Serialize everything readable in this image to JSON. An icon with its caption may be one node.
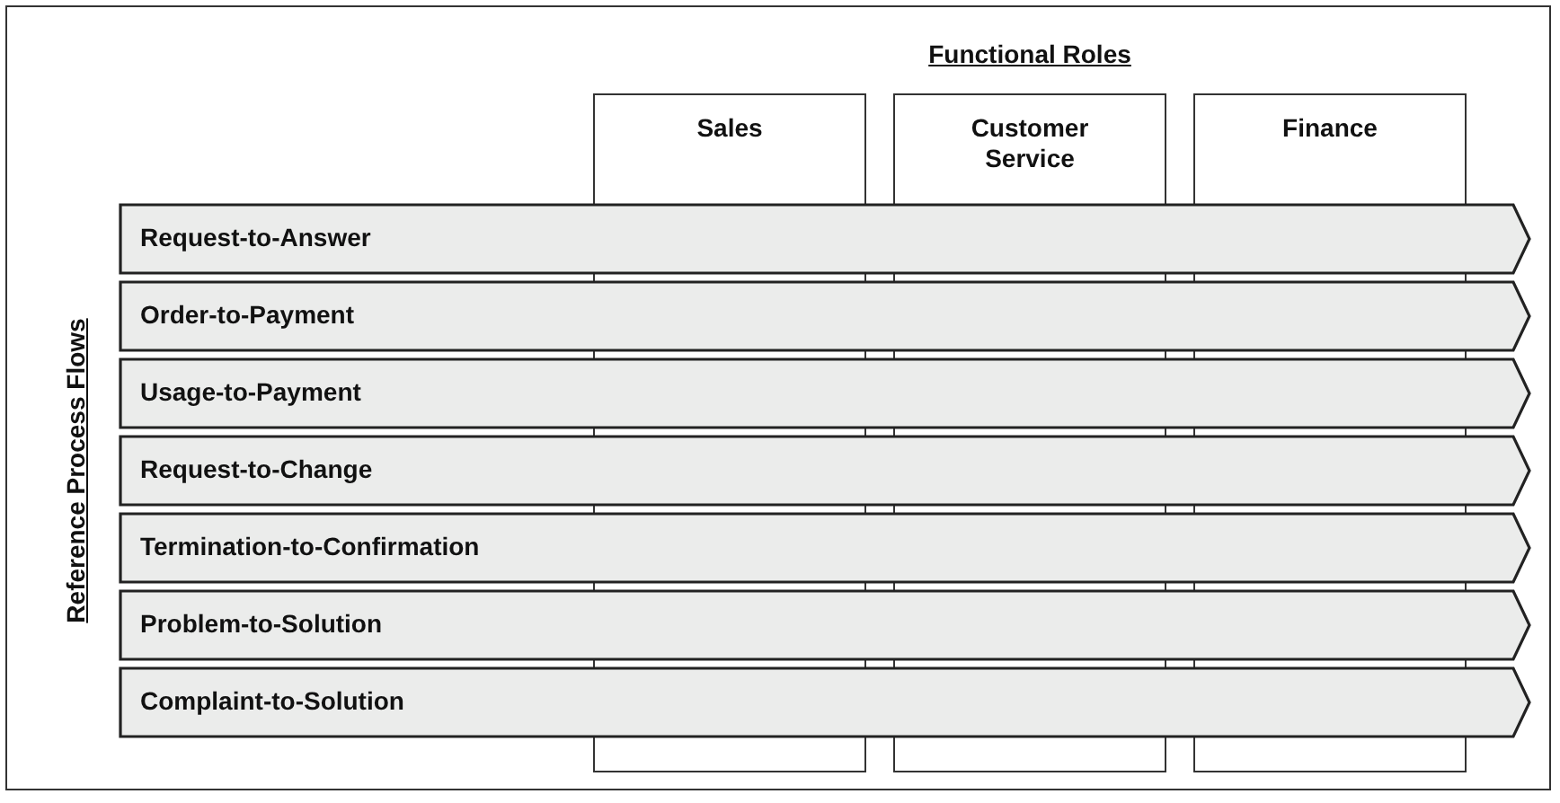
{
  "diagram": {
    "nodes": [
      {
        "text": [
          "Sales"
        ]
      },
      {
        "text": [
          "Customer Service"
        ]
      },
      {
        "text": [
          "Finance"
        ]
      },
      {
        "text": [
          "Request-to-Answer"
        ]
      },
      {
        "text": [
          "Order-to-Payment"
        ]
      },
      {
        "text": [
          "Usage-to-Payment"
        ]
      },
      {
        "text": [
          "Request-to-Change"
        ]
      },
      {
        "text": [
          "Termination-to-Confirmation"
        ]
      },
      {
        "text": [
          "Problem-to-Solution"
        ]
      },
      {
        "text": [
          "Complaint-to-Solution"
        ]
      }
    ],
    "labels": [
      "Functional Roles",
      "Reference Process Flows"
    ]
  }
}
